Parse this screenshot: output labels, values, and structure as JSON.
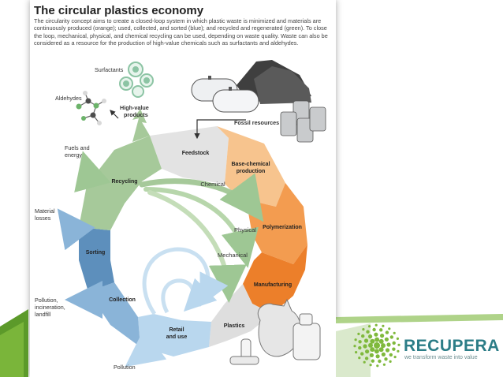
{
  "title": "The circular plastics economy",
  "intro": "The circularity concept aims to create a closed-loop system in which plastic waste is minimized and materials are continuously produced (orange); used, collected, and sorted (blue); and recycled and regenerated (green). To close the loop, mechanical, physical, and chemical recycling can be used, depending on waste quality. Waste can also be considered as a resource for the production of high-value chemicals such as surfactants and aldehydes.",
  "cycle": {
    "feedstock": "Feedstock",
    "base_chemical_1": "Base-chemical",
    "base_chemical_2": "production",
    "polymerization": "Polymerization",
    "manufacturing": "Manufacturing",
    "plastics": "Plastics",
    "retail_1": "Retail",
    "retail_2": "and use",
    "collection": "Collection",
    "sorting": "Sorting",
    "recycling": "Recycling"
  },
  "flows": {
    "chemical": "Chemical",
    "physical": "Physical",
    "mechanical": "Mechanical"
  },
  "outputs": {
    "surfactants": "Surfactants",
    "aldehydes": "Aldehydes",
    "high_value_1": "High-value",
    "high_value_2": "products",
    "fossil": "Fossil resources",
    "fuels_1": "Fuels and",
    "fuels_2": "energy",
    "material_1": "Material",
    "material_2": "losses",
    "pollution_1": "Pollution,",
    "pollution_2": "incineration,",
    "pollution_3": "landfill",
    "pollution": "Pollution"
  },
  "brand": {
    "name": "RECUPERA",
    "tagline": "we transform waste into value"
  },
  "colors": {
    "orange_light": "#f7c48e",
    "orange": "#f39c50",
    "orange_dark": "#ec7f2a",
    "blue": "#7aa9cf",
    "blue_dark": "#5d8fbc",
    "blue_light": "#a9cbe6",
    "green": "#a6c99a",
    "grey": "#e3e3e3",
    "brand_teal": "#2c7d87",
    "brand_green": "#7fb93c"
  }
}
